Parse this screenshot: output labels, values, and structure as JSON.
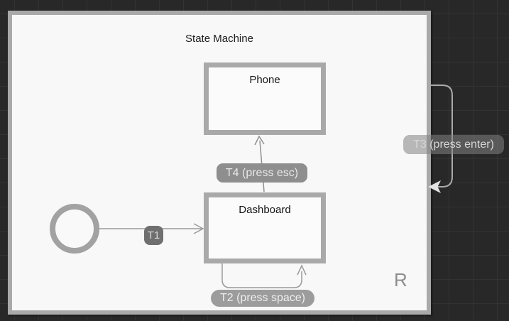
{
  "diagram": {
    "title": "State Machine",
    "watermark": "R",
    "states": [
      {
        "id": "phone",
        "label": "Phone"
      },
      {
        "id": "dashboard",
        "label": "Dashboard"
      }
    ],
    "initial": {
      "shape": "start-circle"
    },
    "transitions": [
      {
        "id": "T1",
        "label": "T1",
        "from": "start",
        "to": "Dashboard"
      },
      {
        "id": "T2",
        "label": "T2 (press space)",
        "from": "Dashboard",
        "to": "Dashboard"
      },
      {
        "id": "T3",
        "label": "T3 (press enter)",
        "from": "Phone",
        "to": "Dashboard"
      },
      {
        "id": "T4",
        "label": "T4 (press esc)",
        "from": "Dashboard",
        "to": "Phone"
      }
    ],
    "colors": {
      "canvas_bg": "#282828",
      "grid_line": "#333333",
      "panel_bg": "#f8f8f8",
      "shape_border": "#a9a9a9",
      "edge": "#999999",
      "label_pill_bg": "#8e8e8e",
      "label_text": "#e8e8e8",
      "state_text": "#141414"
    }
  }
}
